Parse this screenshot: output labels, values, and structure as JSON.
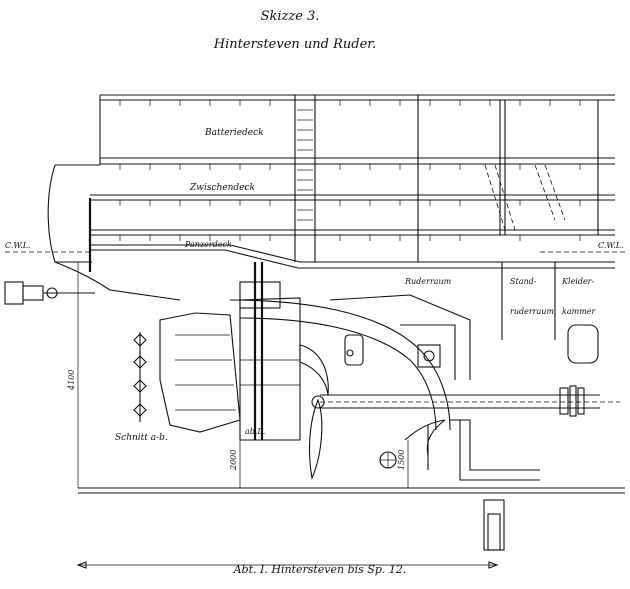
{
  "figure": {
    "number": "Skizze 3.",
    "title": "Hintersteven und Ruder."
  },
  "labels": {
    "batteriedeck": "Batteriedeck",
    "zwischendeck": "Zwischendeck",
    "panzerdeck": "Panzerdeck",
    "ruderraum": "Ruderraum",
    "cwl_left": "C.W.L.",
    "cwl_right": "C.W.L.",
    "stand": "Stand-",
    "ruderraum2": "ruderraum",
    "kleider": "Kleider-",
    "kammer": "kammer",
    "schnitt": "Schnitt a-b.",
    "ab": "ab.L.",
    "dim_vertical_left": "4100",
    "dim_vertical_mid": "2000",
    "dim_vertical_right": "1500",
    "dim_bottom": "Abt. I. Hintersteven bis Sp. 12."
  }
}
